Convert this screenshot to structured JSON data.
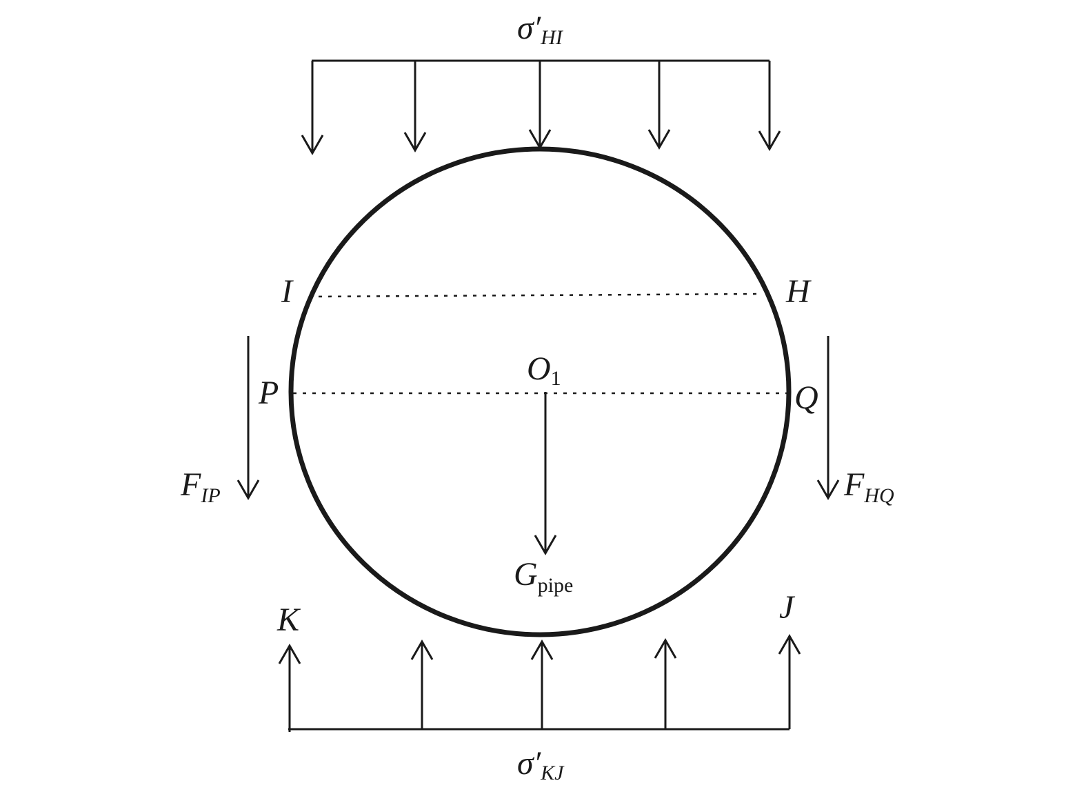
{
  "labels": {
    "sigma_top": {
      "symbol": "σ′",
      "subscript": "HI"
    },
    "sigma_bottom": {
      "symbol": "σ′",
      "subscript": "KJ"
    },
    "point_i": "I",
    "point_h": "H",
    "point_p": "P",
    "point_q": "Q",
    "point_k": "K",
    "point_j": "J",
    "center": {
      "symbol": "O",
      "subscript": "1"
    },
    "force_ip": {
      "symbol": "F",
      "subscript": "IP"
    },
    "force_hq": {
      "symbol": "F",
      "subscript": "HQ"
    },
    "gravity": {
      "symbol": "G",
      "subscript": "pipe"
    }
  },
  "colors": {
    "stroke": "#1a1a1a",
    "background": "#ffffff"
  }
}
